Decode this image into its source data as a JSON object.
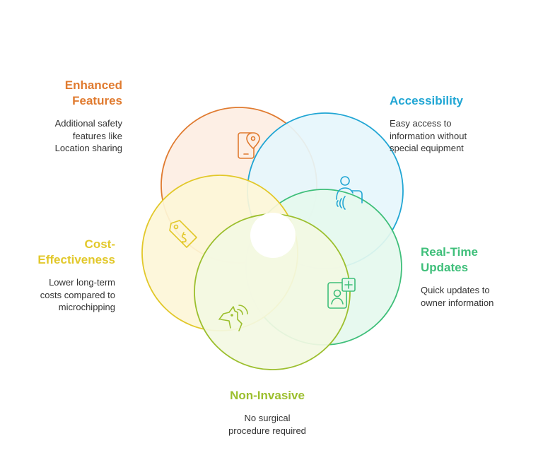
{
  "colors": {
    "orange": "#e07b30",
    "blue": "#21a6d4",
    "green": "#3fbf7a",
    "lime": "#9cbf2e",
    "yellow": "#e2c82a",
    "text": "#333333"
  },
  "segments": [
    {
      "id": "enhanced-features",
      "title": "Enhanced Features",
      "title_lines": [
        "Enhanced",
        "Features"
      ],
      "description_lines": [
        "Additional safety",
        "features like",
        "Location sharing"
      ],
      "color": "#e07b30",
      "fill": "#fdeee3",
      "icon": "location-phone-icon"
    },
    {
      "id": "accessibility",
      "title": "Accessibility",
      "title_lines": [
        "Accessibility"
      ],
      "description_lines": [
        "Easy access to",
        "information without",
        "special equipment"
      ],
      "color": "#21a6d4",
      "fill": "#e6f6fc",
      "icon": "contactless-person-icon"
    },
    {
      "id": "real-time-updates",
      "title": "Real-Time Updates",
      "title_lines": [
        "Real-Time",
        "Updates"
      ],
      "description_lines": [
        "Quick updates to",
        "owner information"
      ],
      "color": "#3fbf7a",
      "fill": "#e5f8ee",
      "icon": "profile-add-icon"
    },
    {
      "id": "non-invasive",
      "title": "Non-Invasive",
      "title_lines": [
        "Non-Invasive"
      ],
      "description_lines": [
        "No surgical",
        "procedure required"
      ],
      "color": "#9cbf2e",
      "fill": "#f3f9e3",
      "icon": "dog-wireless-icon"
    },
    {
      "id": "cost-effectiveness",
      "title": "Cost-Effectiveness",
      "title_lines": [
        "Cost-",
        "Effectiveness"
      ],
      "description_lines": [
        "Lower long-term",
        "costs compared to",
        "microchipping"
      ],
      "color": "#e2c82a",
      "fill": "#fdf6d8",
      "icon": "price-tag-icon"
    }
  ]
}
